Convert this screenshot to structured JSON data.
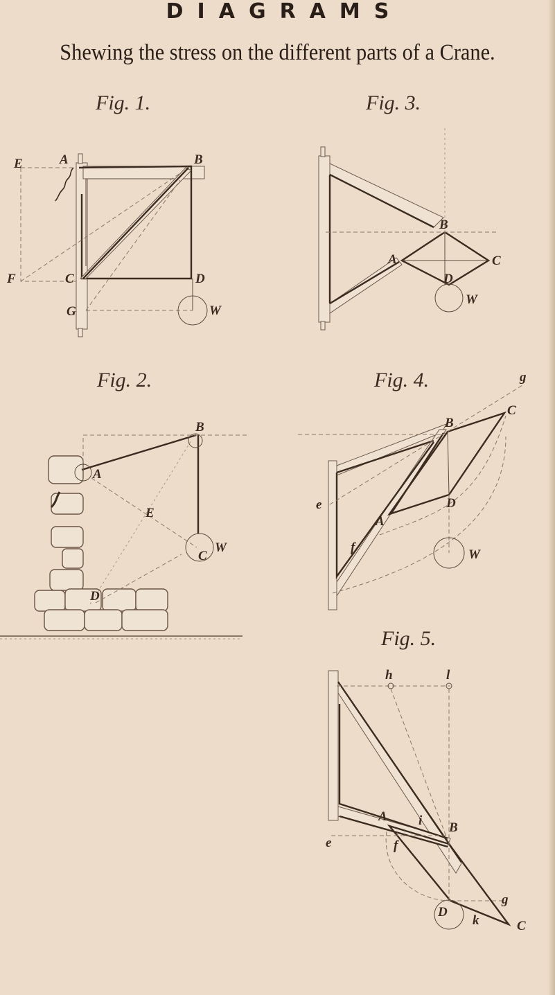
{
  "page": {
    "title": "DIAGRAMS",
    "subtitle": "Shewing the stress on the different parts of a Crane.",
    "background_color": "#ecdcc9",
    "ink_color": "#3b2b20"
  },
  "figures": [
    {
      "id": "fig1",
      "label": "Fig. 1.",
      "points": [
        "E",
        "A",
        "B",
        "F",
        "C",
        "D",
        "G",
        "W"
      ]
    },
    {
      "id": "fig3",
      "label": "Fig. 3.",
      "points": [
        "B",
        "A",
        "C",
        "D",
        "W"
      ]
    },
    {
      "id": "fig2",
      "label": "Fig. 2.",
      "points": [
        "B",
        "A",
        "E",
        "W",
        "C",
        "D"
      ]
    },
    {
      "id": "fig4",
      "label": "Fig. 4.",
      "points": [
        "g",
        "C",
        "B",
        "e",
        "D",
        "A",
        "f",
        "W"
      ]
    },
    {
      "id": "fig5",
      "label": "Fig. 5.",
      "points": [
        "h",
        "l",
        "A",
        "i",
        "B",
        "e",
        "f",
        "g",
        "D",
        "k",
        "C"
      ]
    }
  ]
}
